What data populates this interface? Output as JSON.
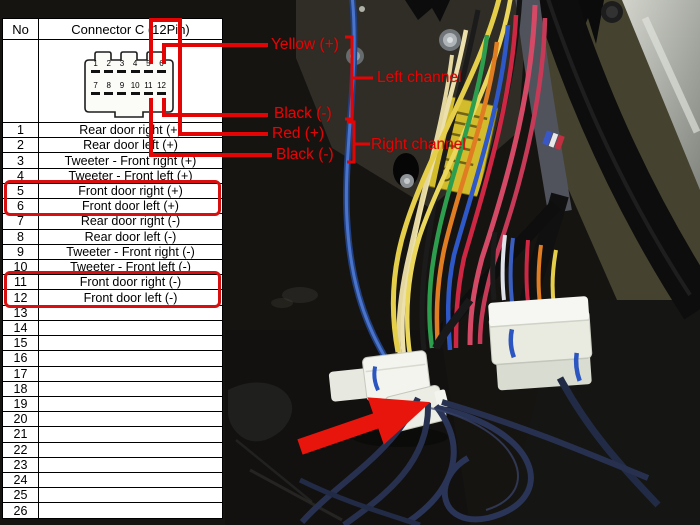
{
  "table": {
    "header": {
      "no": "No",
      "connector": "Connector C (12Pin)"
    },
    "connector_pins_top": [
      "1",
      "2",
      "3",
      "4",
      "5",
      "6"
    ],
    "connector_pins_bottom": [
      "7",
      "8",
      "9",
      "10",
      "11",
      "12"
    ],
    "rows": [
      {
        "no": "1",
        "label": "Rear door right (+)"
      },
      {
        "no": "2",
        "label": "Rear door left (+)"
      },
      {
        "no": "3",
        "label": "Tweeter - Front right (+)"
      },
      {
        "no": "4",
        "label": "Tweeter - Front left (+)"
      },
      {
        "no": "5",
        "label": "Front door right (+)"
      },
      {
        "no": "6",
        "label": "Front door left (+)"
      },
      {
        "no": "7",
        "label": "Rear door right (-)"
      },
      {
        "no": "8",
        "label": "Rear door left (-)"
      },
      {
        "no": "9",
        "label": "Tweeter - Front right (-)"
      },
      {
        "no": "10",
        "label": "Tweeter - Front left (-)"
      },
      {
        "no": "11",
        "label": "Front door right (-)"
      },
      {
        "no": "12",
        "label": "Front door left (-)"
      },
      {
        "no": "13",
        "label": ""
      },
      {
        "no": "14",
        "label": ""
      },
      {
        "no": "15",
        "label": ""
      },
      {
        "no": "16",
        "label": ""
      },
      {
        "no": "17",
        "label": ""
      },
      {
        "no": "18",
        "label": ""
      },
      {
        "no": "19",
        "label": ""
      },
      {
        "no": "20",
        "label": ""
      },
      {
        "no": "21",
        "label": ""
      },
      {
        "no": "22",
        "label": ""
      },
      {
        "no": "23",
        "label": ""
      },
      {
        "no": "24",
        "label": ""
      },
      {
        "no": "25",
        "label": ""
      },
      {
        "no": "26",
        "label": ""
      }
    ],
    "highlighted_groups": [
      [
        5,
        6
      ],
      [
        11,
        12
      ]
    ]
  },
  "annotations": {
    "yellow_plus": "Yellow (+)",
    "black_minus_left": "Black (-)",
    "red_plus": "Red (+)",
    "black_minus_right": "Black (-)",
    "left_channel": "Left channel",
    "right_channel": "Right channel"
  },
  "colors": {
    "annotation_red": "#e30505",
    "highlight_box_red": "#d80f0f"
  }
}
